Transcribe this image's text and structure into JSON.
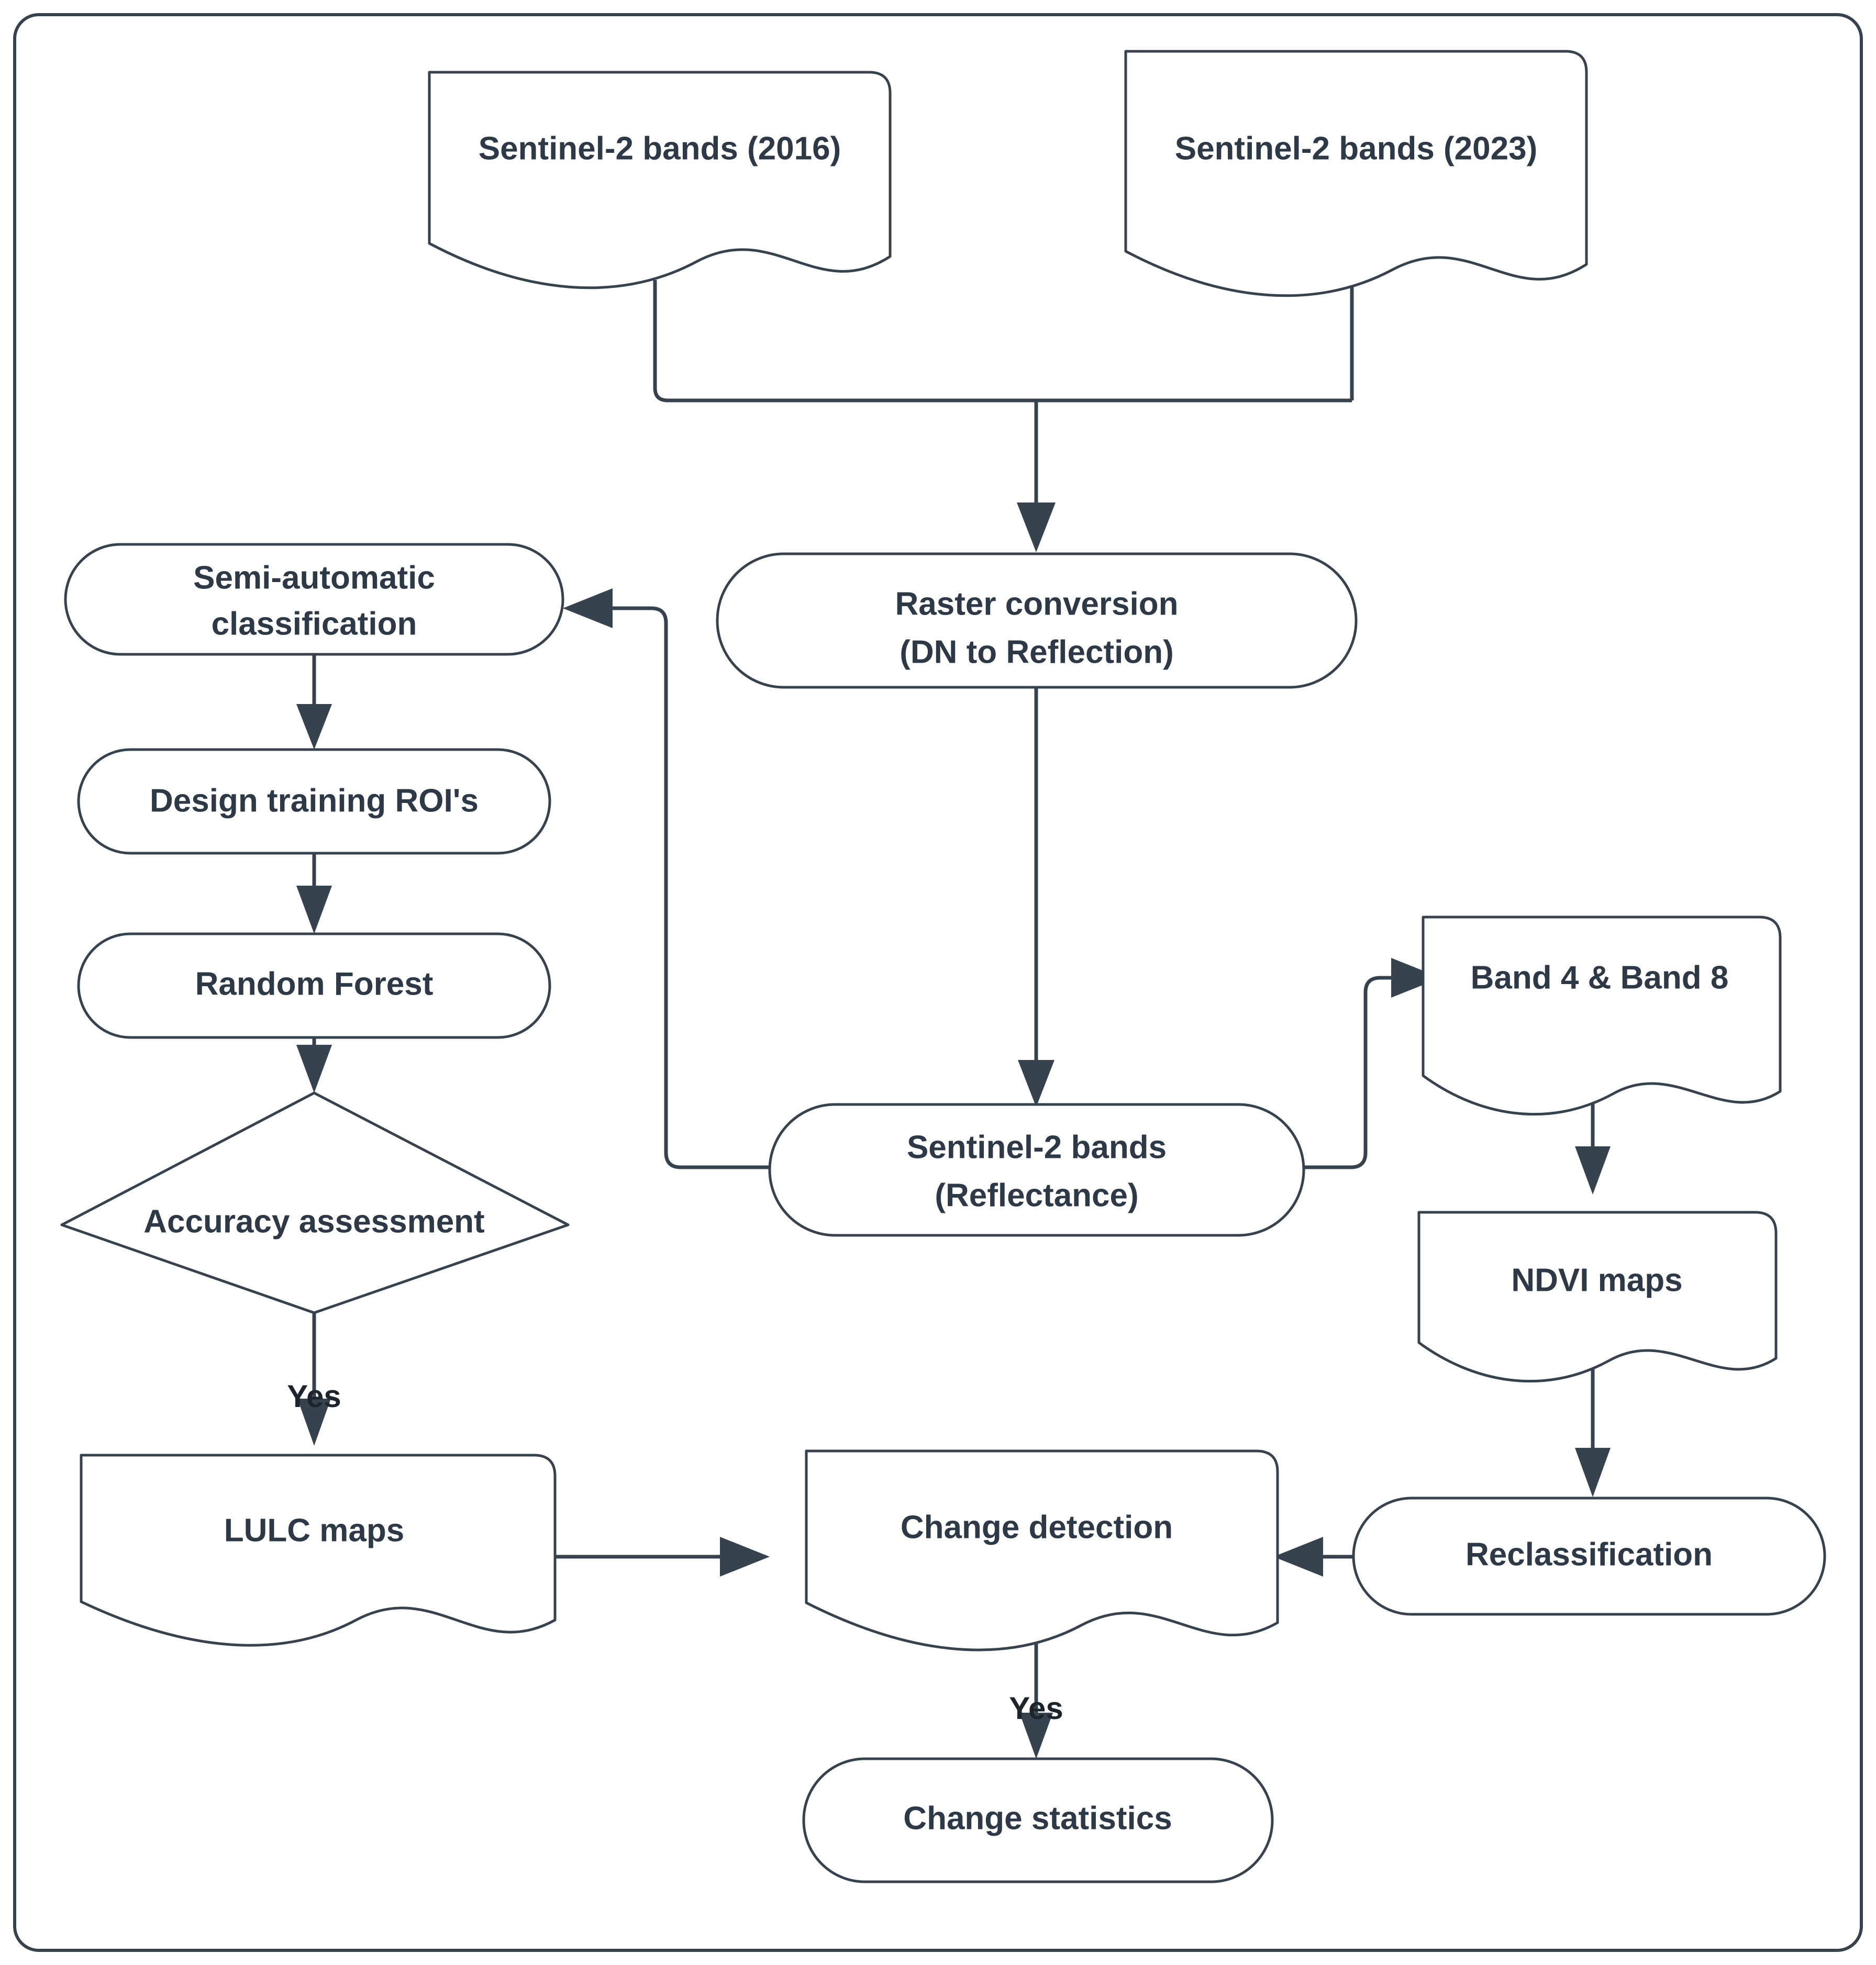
{
  "diagram": {
    "title": "Sentinel-2 LULC and NDVI change detection workflow",
    "stroke_color": "#37424f",
    "text_color": "#2d3947",
    "background_color": "#ffffff"
  },
  "nodes": {
    "sentinel_2016": {
      "label": "Sentinel-2 bands (2016)",
      "shape": "document"
    },
    "sentinel_2023": {
      "label": "Sentinel-2 bands (2023)",
      "shape": "document"
    },
    "raster_conversion_line1": {
      "label": "Raster conversion"
    },
    "raster_conversion_line2": {
      "label": "(DN to Reflection)"
    },
    "semi_automatic_line1": {
      "label": "Semi-automatic"
    },
    "semi_automatic_line2": {
      "label": "classification"
    },
    "design_training_roi": {
      "label": "Design training ROI's",
      "shape": "stadium"
    },
    "random_forest": {
      "label": "Random Forest",
      "shape": "stadium"
    },
    "accuracy_assessment": {
      "label": "Accuracy assessment",
      "shape": "diamond"
    },
    "lulc_maps": {
      "label": "LULC maps",
      "shape": "document"
    },
    "sentinel_reflectance_line1": {
      "label": "Sentinel-2 bands"
    },
    "sentinel_reflectance_line2": {
      "label": "(Reflectance)"
    },
    "band4_band8": {
      "label": "Band 4 & Band 8",
      "shape": "document"
    },
    "ndvi_maps": {
      "label": "NDVI maps",
      "shape": "document"
    },
    "reclassification": {
      "label": "Reclassification",
      "shape": "stadium"
    },
    "change_detection": {
      "label": "Change detection",
      "shape": "document"
    },
    "change_statistics": {
      "label": "Change statistics",
      "shape": "stadium"
    }
  },
  "edge_labels": {
    "accuracy_yes": "Yes",
    "change_yes": "Yes"
  }
}
